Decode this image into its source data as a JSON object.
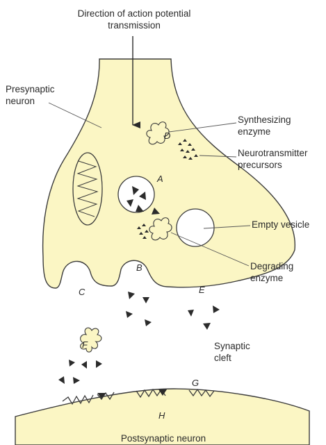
{
  "labels": {
    "direction_line1": "Direction of action potential",
    "direction_line2": "transmission",
    "presynaptic_line1": "Presynaptic",
    "presynaptic_line2": "neuron",
    "synth_line1": "Synthesizing",
    "synth_line2": "enzyme",
    "neuro_line1": "Neurotransmitter",
    "neuro_line2": "precursors",
    "empty_vesicle": "Empty vesicle",
    "degrading_line1": "Degrading",
    "degrading_line2": "enzyme",
    "cleft_line1": "Synaptic",
    "cleft_line2": "cleft",
    "postsynaptic": "Postsynaptic neuron"
  },
  "letters": {
    "A": "A",
    "B": "B",
    "C": "C",
    "D": "D",
    "E": "E",
    "F": "F",
    "G": "G",
    "H": "H"
  },
  "colors": {
    "cytoplasm": "#fbf6c4",
    "outline": "#3b3b3b",
    "neurotransmitter": "#2b2b2b"
  }
}
